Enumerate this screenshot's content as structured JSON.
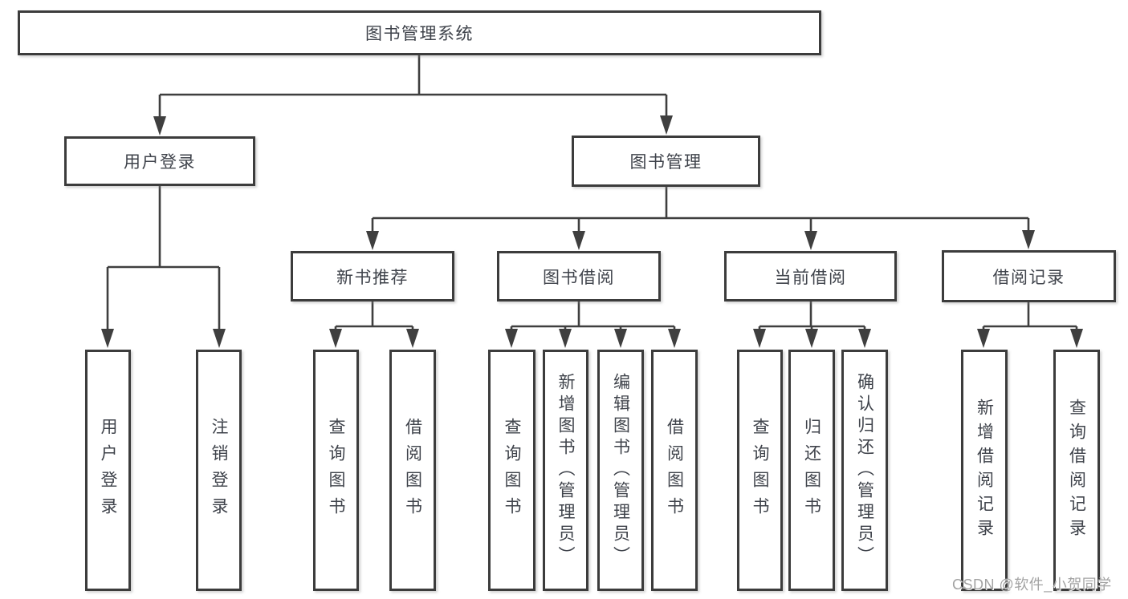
{
  "diagram": {
    "root": {
      "label": "图书管理系统"
    },
    "user_branch": {
      "label": "用户登录",
      "children": [
        {
          "label": "用户登录"
        },
        {
          "label": "注销登录"
        }
      ]
    },
    "book_branch": {
      "label": "图书管理",
      "sections": [
        {
          "label": "新书推荐",
          "children": [
            {
              "label": "查询图书"
            },
            {
              "label": "借阅图书"
            }
          ]
        },
        {
          "label": "图书借阅",
          "children": [
            {
              "label": "查询图书"
            },
            {
              "label": "新增图书（管理员）"
            },
            {
              "label": "编辑图书（管理员）"
            },
            {
              "label": "借阅图书"
            }
          ]
        },
        {
          "label": "当前借阅",
          "children": [
            {
              "label": "查询图书"
            },
            {
              "label": "归还图书"
            },
            {
              "label": "确认归还（管理员）"
            }
          ]
        },
        {
          "label": "借阅记录",
          "children": [
            {
              "label": "新增借阅记录"
            },
            {
              "label": "查询借阅记录"
            }
          ]
        }
      ]
    },
    "watermark": "CSDN @软件_小贺同学",
    "colors": {
      "line": "#3f3f3f",
      "box_border": "#3c3c3c",
      "text": "#3f434b",
      "watermark": "#a3a3a3",
      "background": "#ffffff"
    }
  }
}
